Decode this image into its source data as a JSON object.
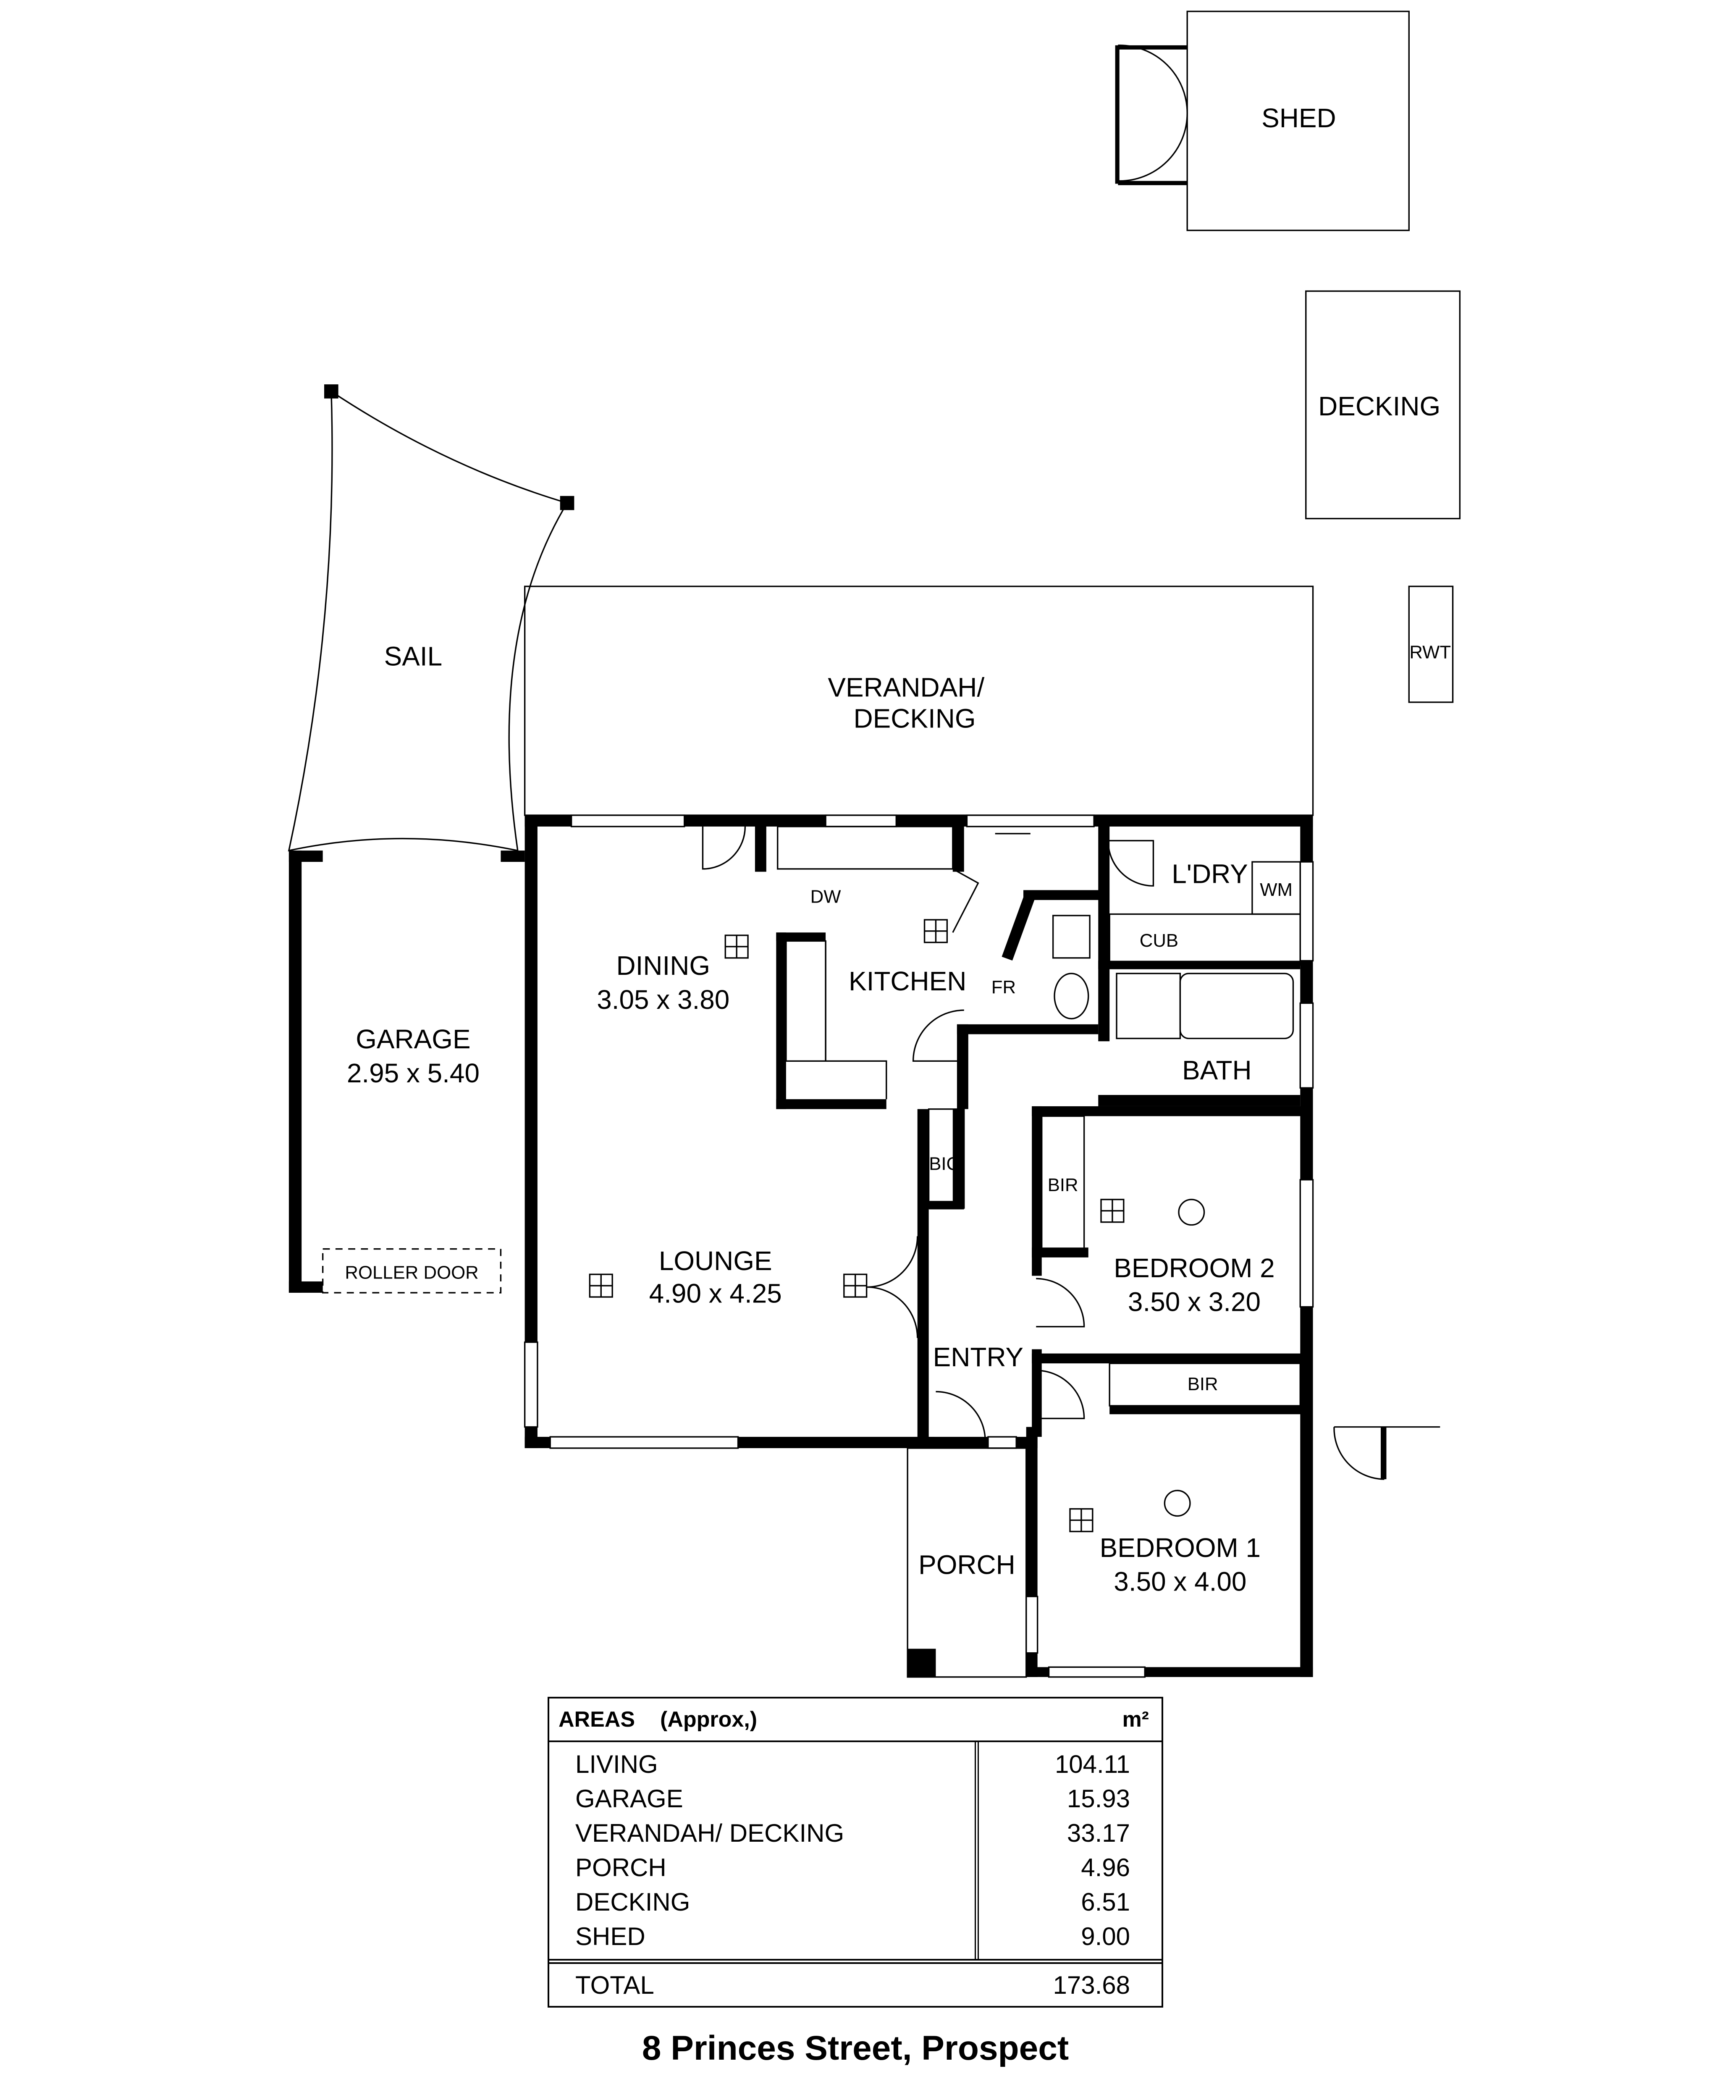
{
  "rooms": {
    "shed": "SHED",
    "decking": "DECKING",
    "rwt": "RWT",
    "sail": "SAIL",
    "verandah_line1": "VERANDAH/",
    "verandah_line2": "DECKING",
    "garage": "GARAGE",
    "garage_dims": "2.95 x 5.40",
    "roller_door": "ROLLER DOOR",
    "dining": "DINING",
    "dining_dims": "3.05 x 3.80",
    "kitchen": "KITCHEN",
    "dw": "DW",
    "fr": "FR",
    "laundry": "L'DRY",
    "wm": "WM",
    "cub": "CUB",
    "bath": "BATH",
    "bic": "BIC",
    "bir_bed2": "BIR",
    "bir_bed1": "BIR",
    "lounge": "LOUNGE",
    "lounge_dims": "4.90 x 4.25",
    "bedroom2": "BEDROOM 2",
    "bedroom2_dims": "3.50 x 3.20",
    "entry": "ENTRY",
    "porch": "PORCH",
    "bedroom1": "BEDROOM 1",
    "bedroom1_dims": "3.50 x 4.00"
  },
  "areas_table": {
    "title": "AREAS",
    "subtitle": "(Approx,)",
    "unit": "m²",
    "rows": [
      {
        "label": "LIVING",
        "value": "104.11"
      },
      {
        "label": "GARAGE",
        "value": "15.93"
      },
      {
        "label": "VERANDAH/ DECKING",
        "value": "33.17"
      },
      {
        "label": "PORCH",
        "value": "4.96"
      },
      {
        "label": "DECKING",
        "value": "6.51"
      },
      {
        "label": "SHED",
        "value": "9.00"
      }
    ],
    "total_label": "TOTAL",
    "total_value": "173.68"
  },
  "address": "8 Princes Street, Prospect"
}
